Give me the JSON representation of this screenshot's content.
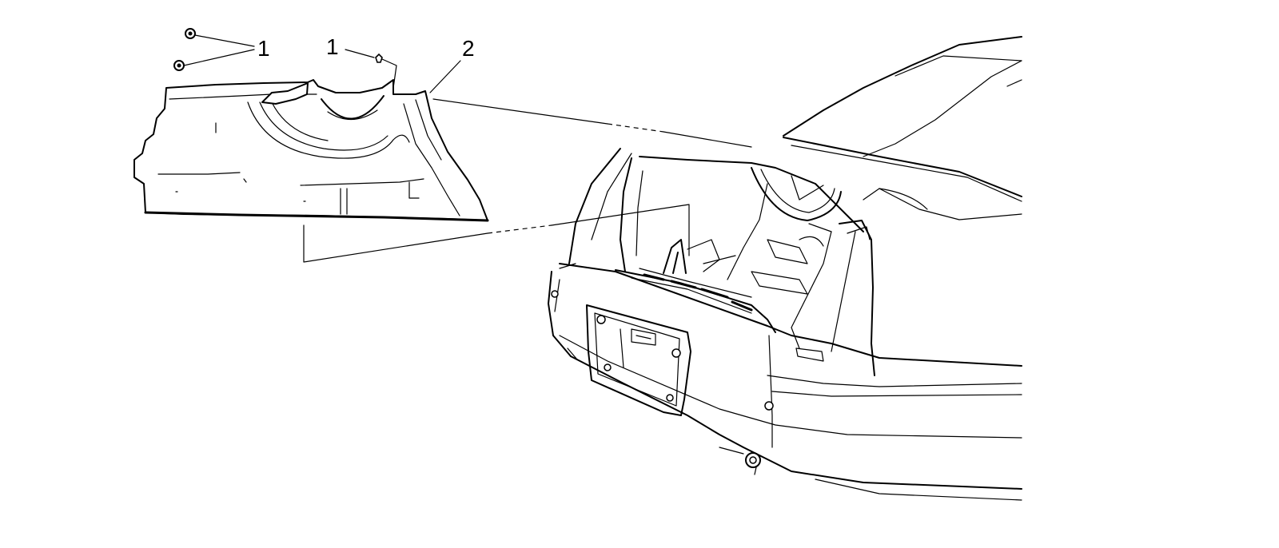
{
  "callouts": [
    {
      "id": "fastener-nuts",
      "label": "1"
    },
    {
      "id": "fastener-pin",
      "label": "1"
    },
    {
      "id": "trim-panel",
      "label": "2"
    }
  ],
  "colors": {
    "line": "#000000",
    "background": "#ffffff"
  }
}
